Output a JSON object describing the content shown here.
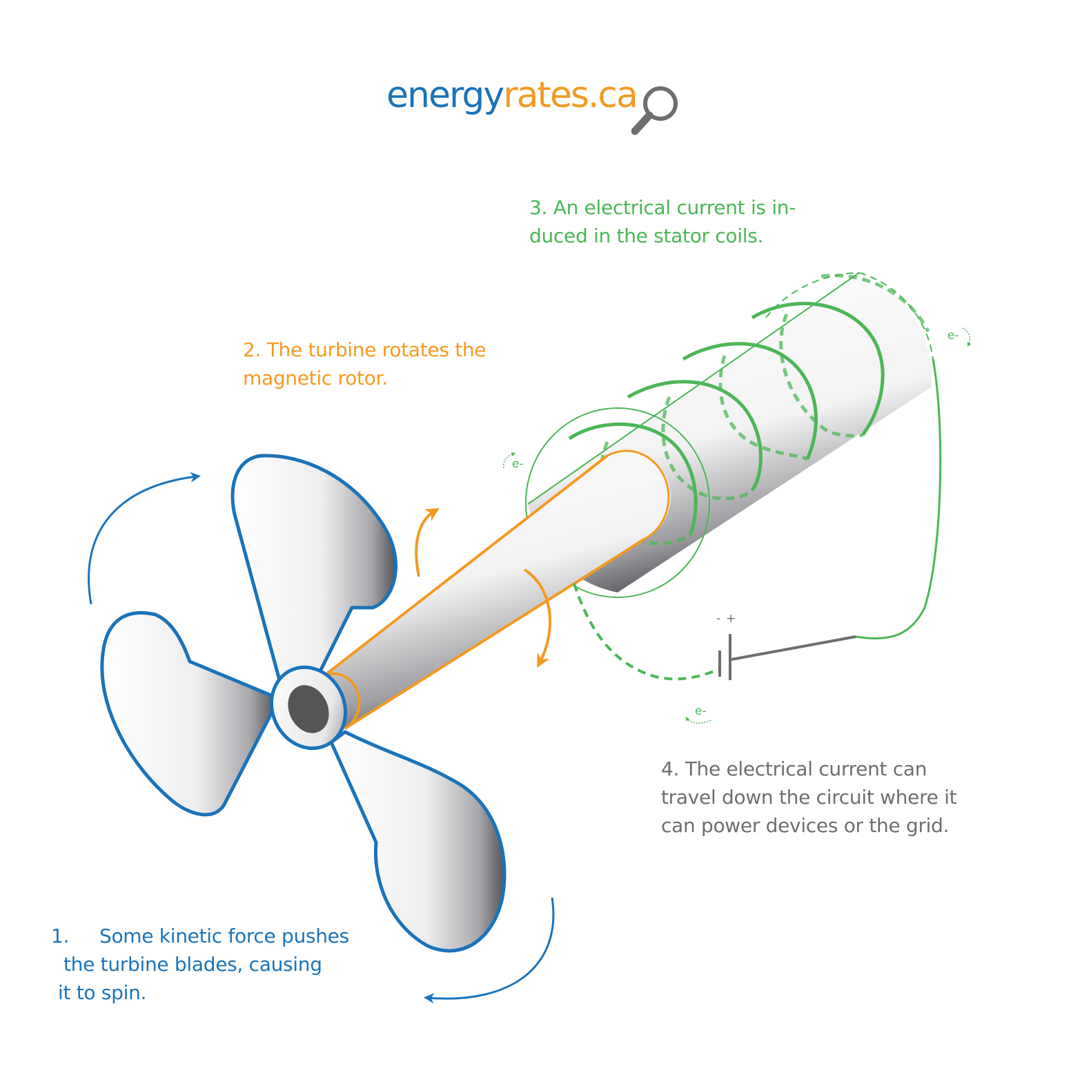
{
  "logo": {
    "part1": "energy",
    "part2": "rates.ca",
    "icon": "magnifier-icon",
    "colors": {
      "part1": "#1a73ba",
      "part2": "#f39a21",
      "icon": "#6e6e6e"
    }
  },
  "steps": [
    {
      "number": "1.",
      "lines": [
        "Some kinetic force pushes",
        "the turbine blades, causing",
        "it to spin."
      ],
      "color": "#1a73ba"
    },
    {
      "lines": [
        "2. The turbine rotates the",
        "magnetic rotor."
      ],
      "color": "#f39a21"
    },
    {
      "lines": [
        "3. An electrical current is in-",
        "duced in the stator coils."
      ],
      "color": "#4cb657"
    },
    {
      "lines": [
        "4. The electrical current can",
        "travel down the circuit where it",
        "can power devices or the grid."
      ],
      "color": "#6e6e6e"
    }
  ],
  "electron_label": "e-",
  "battery": {
    "minus": "-",
    "plus": "+"
  },
  "colors": {
    "turbine_outline": "#1a73ba",
    "rotor": "#f39a21",
    "stator": "#4cb657",
    "circuit": "#6e6e6e"
  }
}
